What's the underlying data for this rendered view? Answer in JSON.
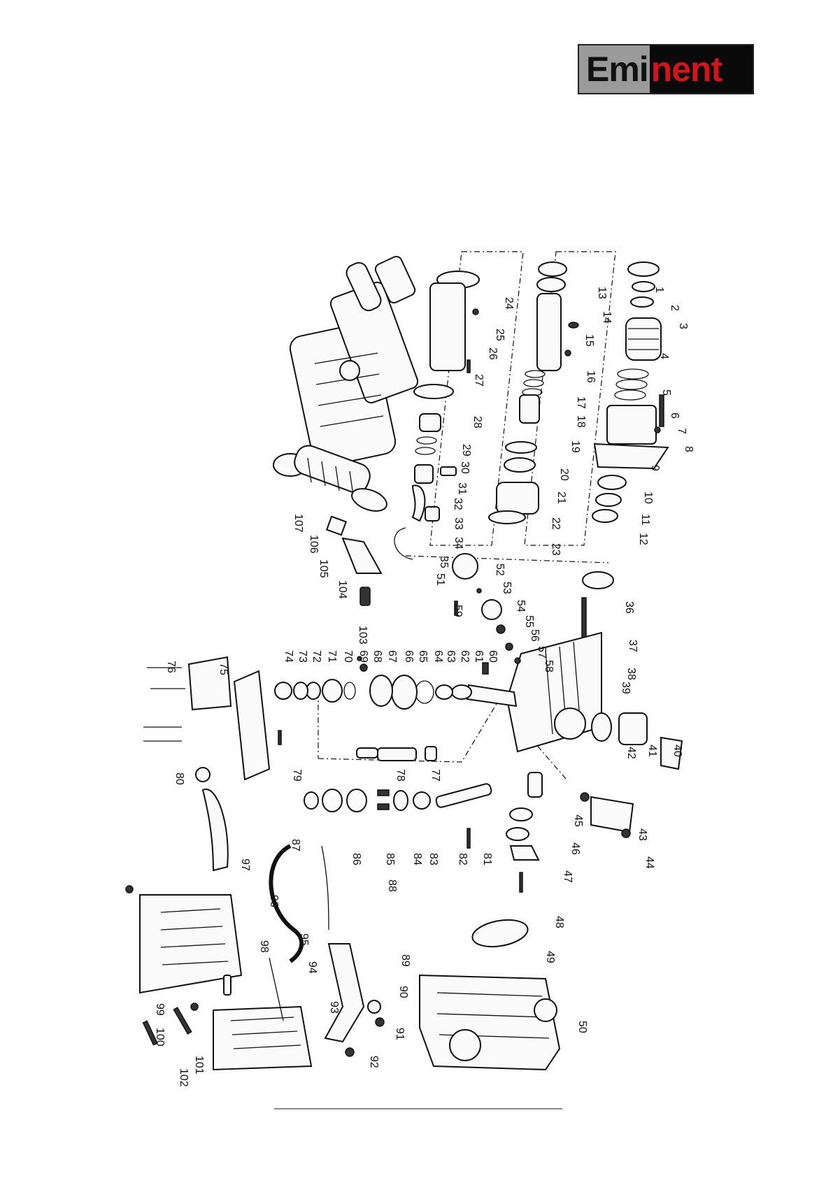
{
  "logo": {
    "part1": "Emi",
    "part2": "nent",
    "colors": {
      "gray": "#9a9a9a",
      "black": "#0a0a0a",
      "red": "#d4141b"
    }
  },
  "labels": {
    "1": "1",
    "2": "2",
    "3": "3",
    "4": "4",
    "5": "5",
    "6": "6",
    "7": "7",
    "8": "8",
    "9": "9",
    "10": "10",
    "11": "11",
    "12": "12",
    "13": "13",
    "14": "14",
    "15": "15",
    "16": "16",
    "17": "17",
    "18": "18",
    "19": "19",
    "20": "20",
    "21": "21",
    "22": "22",
    "23": "23",
    "24": "24",
    "25": "25",
    "26": "26",
    "27": "27",
    "28": "28",
    "29": "29",
    "30": "30",
    "31": "31",
    "32": "32",
    "33": "33",
    "34": "34",
    "35": "35",
    "36": "36",
    "37": "37",
    "38": "38",
    "39": "39",
    "40": "40",
    "41": "41",
    "42": "42",
    "43": "43",
    "44": "44",
    "45": "45",
    "46": "46",
    "47": "47",
    "48": "48",
    "49": "49",
    "50": "50",
    "51": "51",
    "52": "52",
    "53": "53",
    "54": "54",
    "55": "55",
    "56": "56",
    "57": "57",
    "58": "58",
    "59": "59",
    "60": "60",
    "61": "61",
    "62": "62",
    "63": "63",
    "64": "64",
    "65": "65",
    "66": "66",
    "67": "67",
    "68": "68",
    "69": "69",
    "70": "70",
    "71": "71",
    "72": "72",
    "73": "73",
    "74": "74",
    "75": "75",
    "76": "76",
    "77": "77",
    "78": "78",
    "79": "79",
    "80": "80",
    "81": "81",
    "82": "82",
    "83": "83",
    "84": "84",
    "85": "85",
    "86": "86",
    "87": "87",
    "88": "88",
    "89": "89",
    "90": "90",
    "91": "91",
    "92": "92",
    "93": "93",
    "94": "94",
    "95": "95",
    "96": "96",
    "97": "97",
    "98": "98",
    "99": "99",
    "100": "100",
    "101": "101",
    "102": "102",
    "103": "103",
    "104": "104",
    "105": "105",
    "106": "106",
    "107": "107"
  }
}
